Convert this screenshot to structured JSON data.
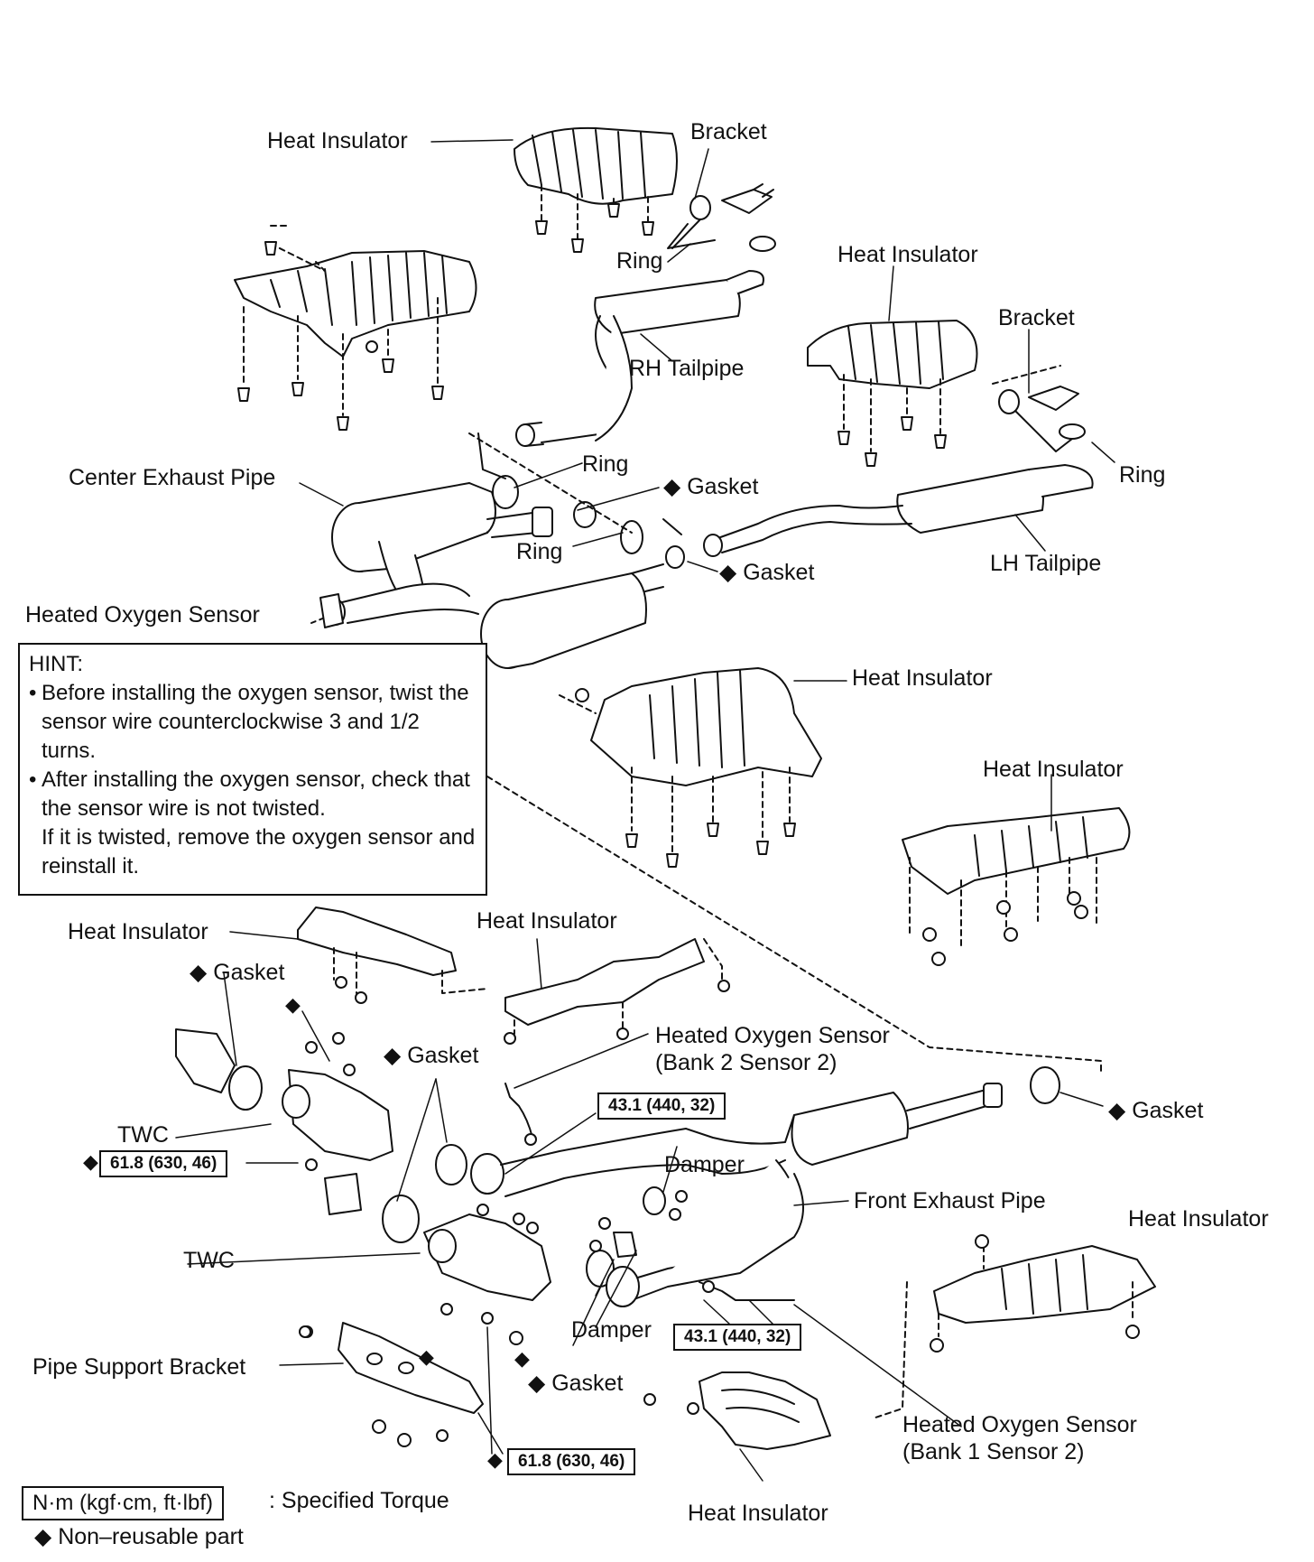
{
  "labels": {
    "heat_insulator": "Heat Insulator",
    "bracket": "Bracket",
    "ring": "Ring",
    "rh_tailpipe": "RH Tailpipe",
    "lh_tailpipe": "LH Tailpipe",
    "center_exhaust_pipe": "Center Exhaust Pipe",
    "heated_oxygen_sensor": "Heated Oxygen Sensor",
    "gasket": "Gasket",
    "twc": "TWC",
    "damper": "Damper",
    "front_exhaust_pipe": "Front Exhaust Pipe",
    "pipe_support_bracket": "Pipe Support Bracket",
    "ho2s_bank2_line1": "Heated Oxygen Sensor",
    "ho2s_bank2_line2": "(Bank 2 Sensor 2)",
    "ho2s_bank1_line1": "Heated Oxygen Sensor",
    "ho2s_bank1_line2": "(Bank 1 Sensor 2)"
  },
  "torque": {
    "o2_sensor": "43.1 (440, 32)",
    "twc_nut": "61.8 (630, 46)"
  },
  "hint": {
    "title": "HINT:",
    "item1": "Before installing the oxygen sensor, twist the sensor wire counterclockwise 3 and 1/2 turns.",
    "item2_a": "After installing the oxygen sensor, check that the sensor wire is not twisted.",
    "item2_b": "If it is twisted, remove the oxygen sensor and reinstall it."
  },
  "legend": {
    "torque_unit": "N·m (kgf·cm, ft·lbf)",
    "torque_desc": ": Specified Torque",
    "non_reusable": "Non–reusable part"
  },
  "symbols": {
    "non_reusable_mark": "◆",
    "bullet": "•"
  }
}
